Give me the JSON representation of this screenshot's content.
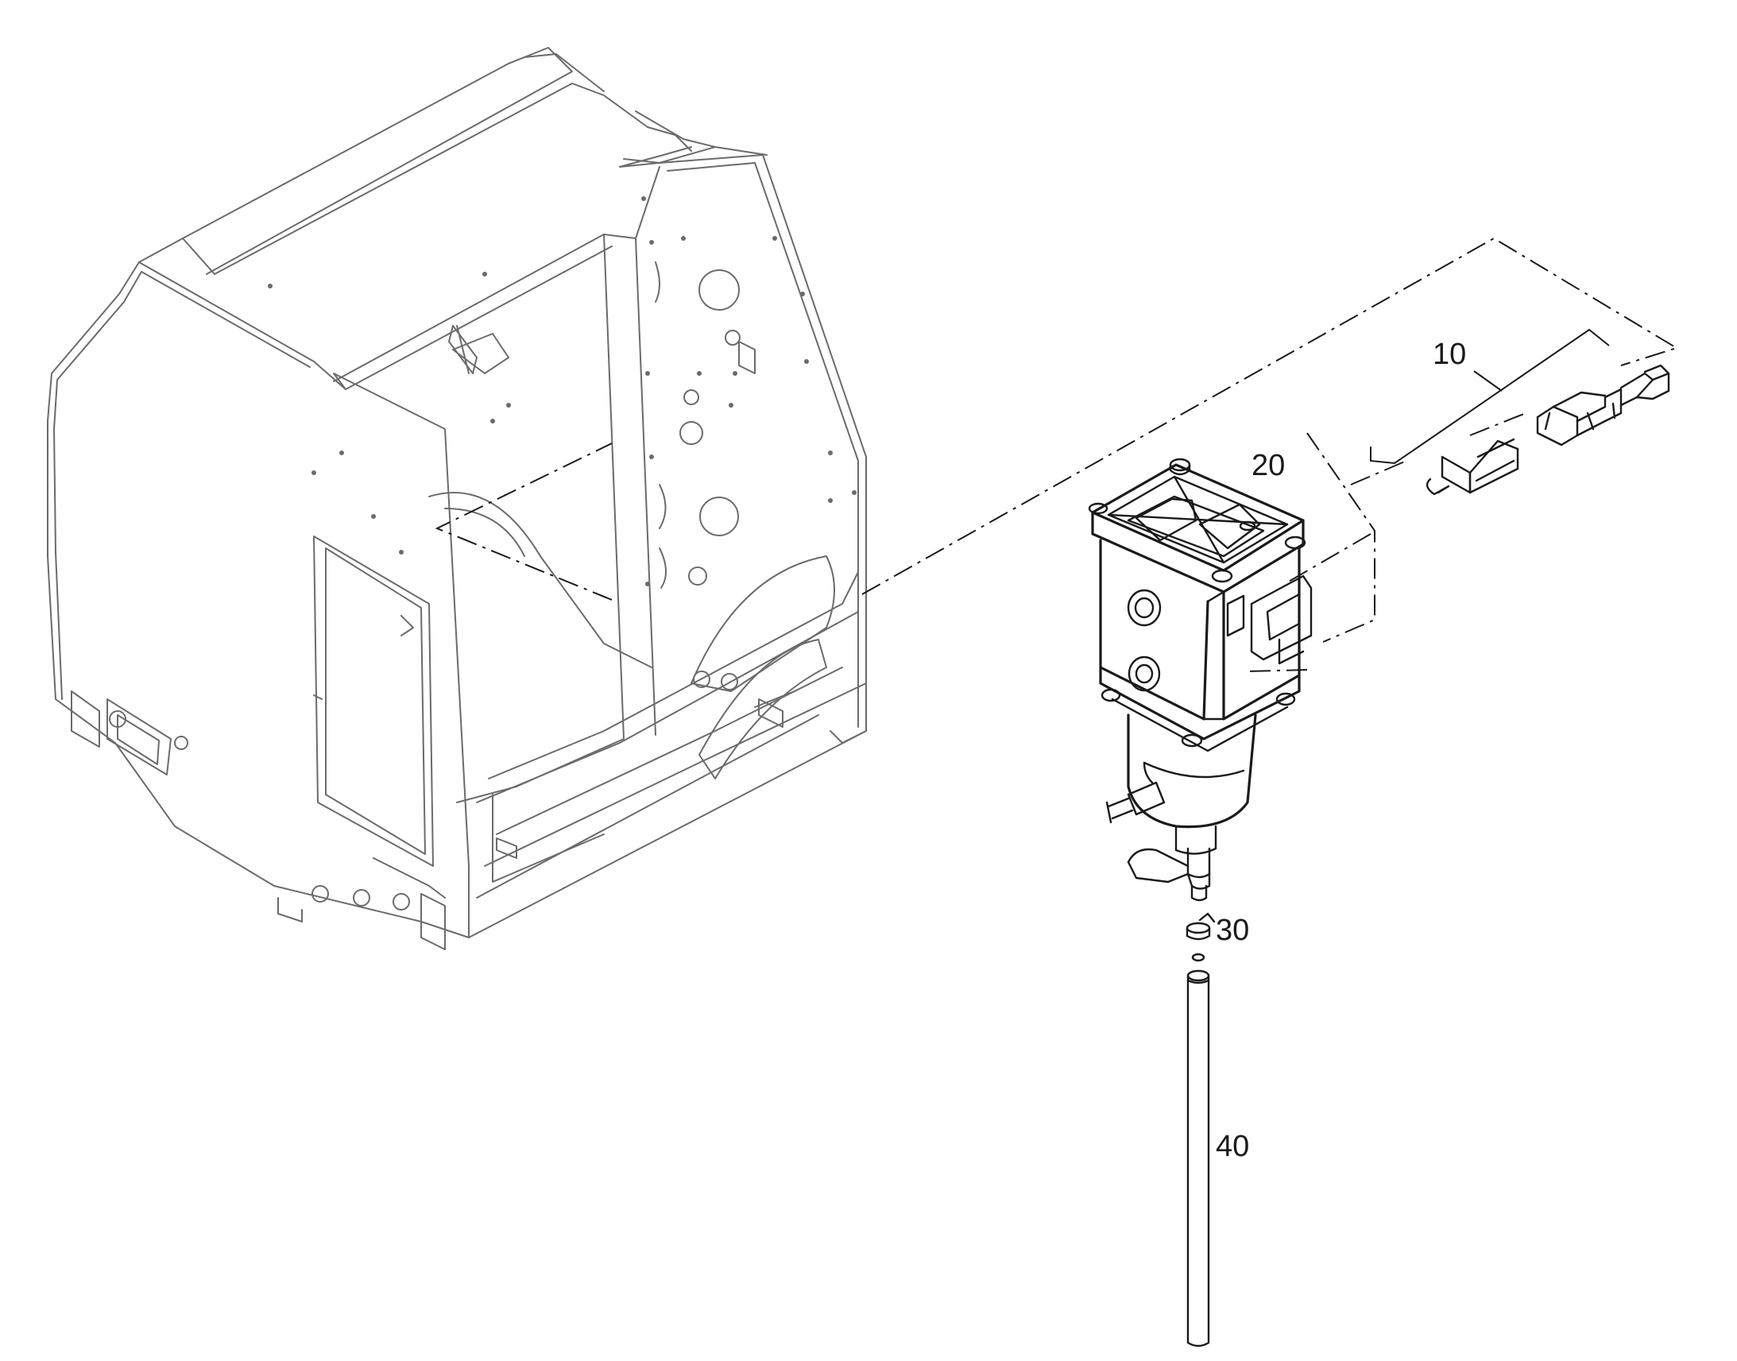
{
  "callouts": {
    "part_10": "10",
    "part_20": "20",
    "part_30": "30",
    "part_40": "40"
  },
  "colors": {
    "frame_line": "#6b6b6b",
    "part_line": "#1a1a1a",
    "background": "#ffffff"
  }
}
